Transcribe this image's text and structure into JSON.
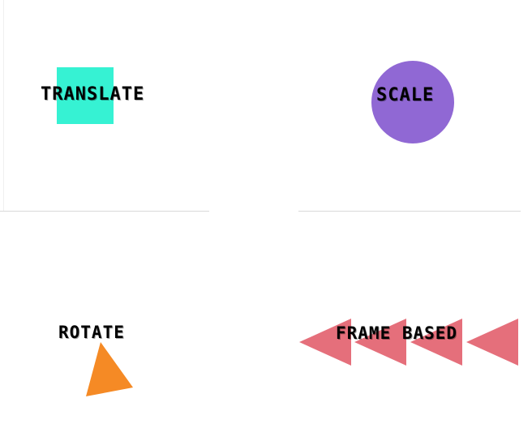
{
  "demos": {
    "translate": {
      "label": "TRANSLATE",
      "color": "#36f2d3",
      "shape": "square"
    },
    "scale": {
      "label": "SCALE",
      "color": "#9068d4",
      "shape": "circle"
    },
    "rotate": {
      "label": "ROTATE",
      "color": "#f58a25",
      "shape": "triangle"
    },
    "frame_based": {
      "label": "FRAME BASED",
      "color": "#e56f7b",
      "shape": "triangle-left"
    }
  }
}
